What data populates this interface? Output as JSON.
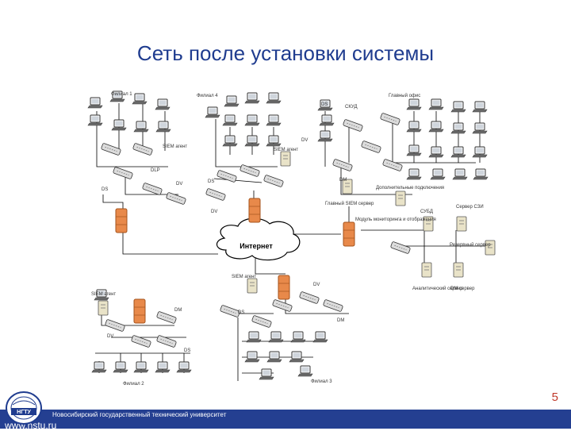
{
  "slide": {
    "title": "Сеть после установки системы",
    "page_number": "5"
  },
  "footer": {
    "university": "Новосибирский государственный технический университет",
    "url": "www.nstu.ru",
    "logo_text": "НГТУ"
  },
  "diagram": {
    "cloud_label": "Интернет",
    "labels": {
      "filial1": "Филиал 1",
      "filial4": "Филиал 4",
      "filial2": "Филиал 2",
      "filial3": "Филиал 3",
      "main_office": "Главный офис",
      "siem_agent1": "SIEM агент",
      "siem_agent4": "SIEM агент",
      "siem_agent2": "SIEM агент",
      "siem_agent3": "SIEM агент",
      "dlp": "DLP",
      "dv1": "DV",
      "ds1": "DS",
      "ds4": "DS",
      "dv4": "DV",
      "skud": "СКУД",
      "ds_main": "DS",
      "dm_main": "DM",
      "dv_main": "DV",
      "dm2": "DM",
      "ds2": "DS",
      "dv2": "DV",
      "dm3": "DM",
      "ds3": "DS",
      "dv3": "DV",
      "device_integration": "Дополнительные подключения",
      "siem_main_server": "Главный SIEM сервер",
      "monitoring_module": "Модуль мониторинга и отображения",
      "sved": "СУБД",
      "server_szi": "Сервер СЗИ",
      "backup_server": "Резервный сервер",
      "analytics_server": "Аналитический сервер",
      "dm_server": "DM сервер"
    }
  }
}
